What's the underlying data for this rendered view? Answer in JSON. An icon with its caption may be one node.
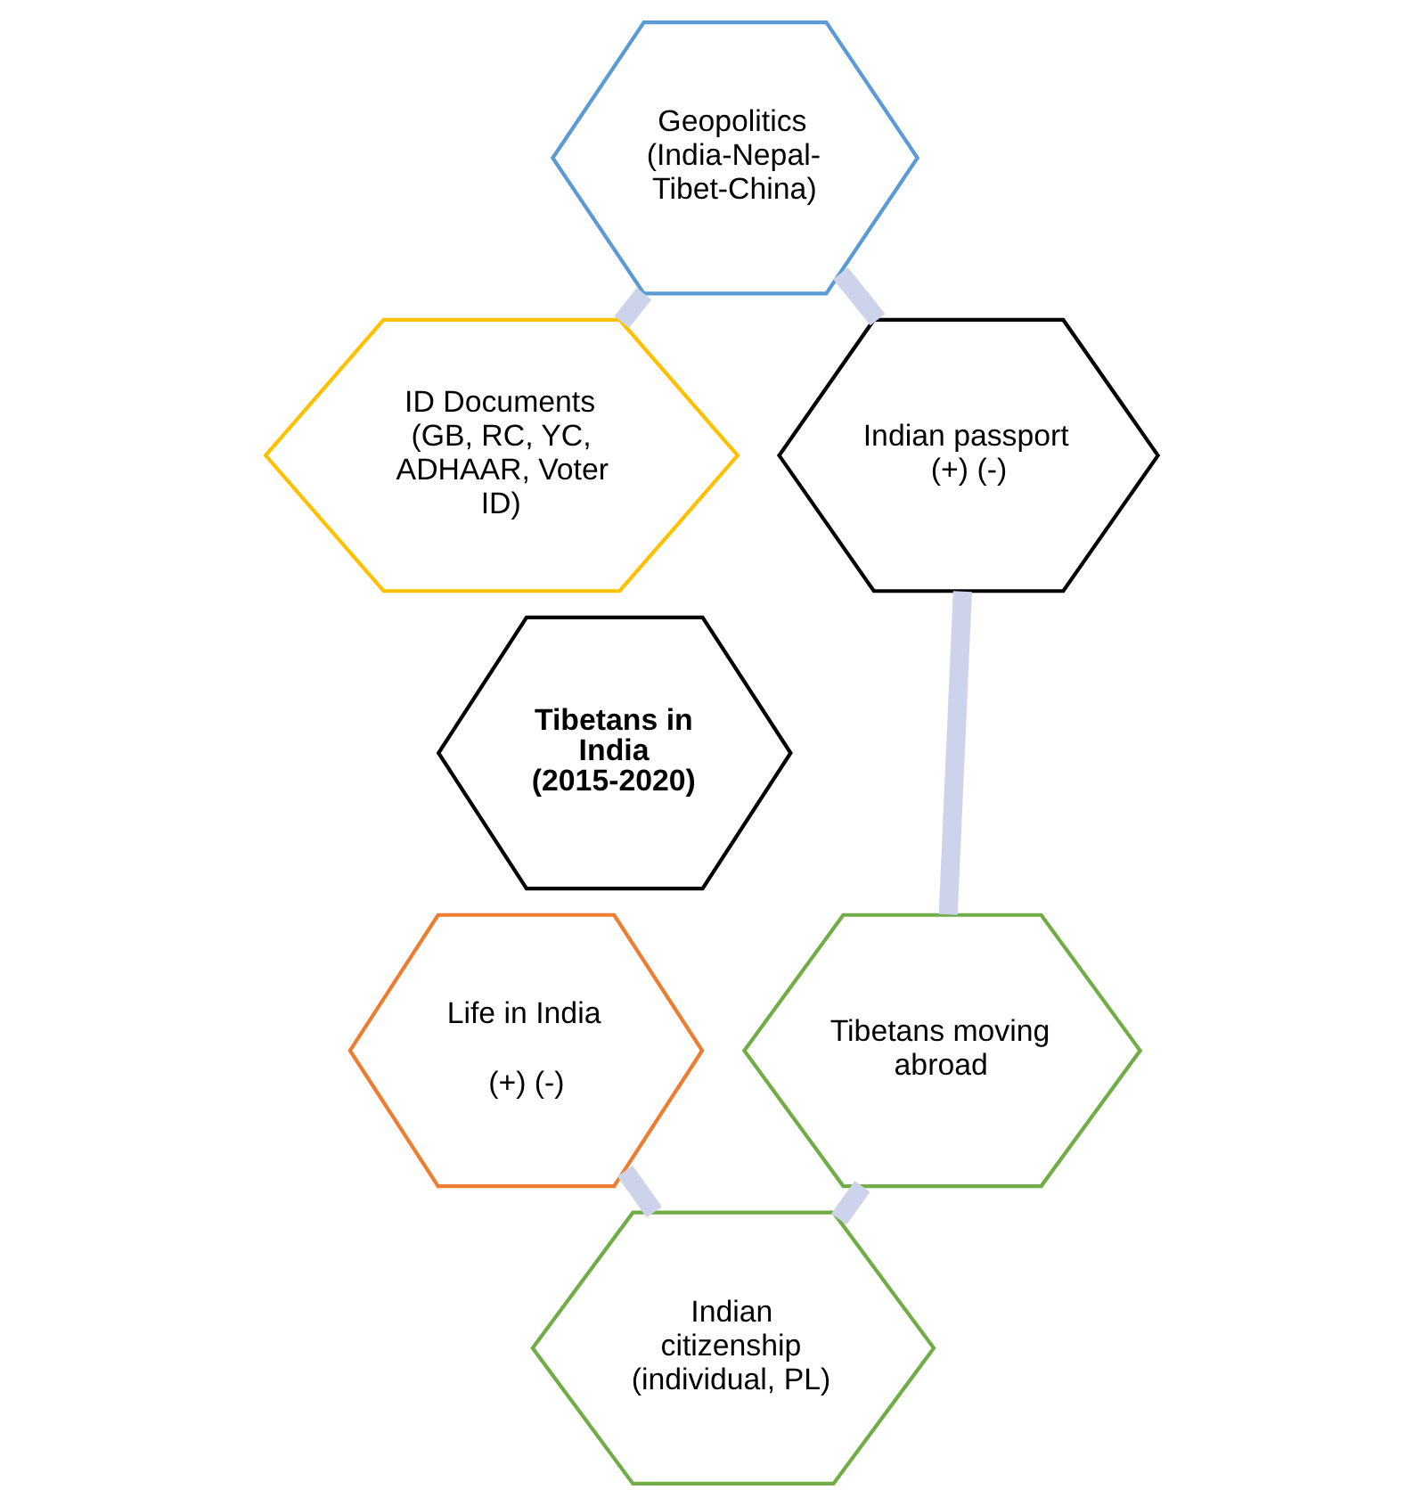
{
  "diagram": {
    "nodes": [
      {
        "text": [
          "Geopolitics (India-Nepal-Tibet-China)"
        ]
      },
      {
        "text": [
          "ID Documents (GB, RC, YC, ADHAAR, Voter ID)"
        ]
      },
      {
        "text": [
          "Indian passport (+) (-)"
        ]
      },
      {
        "text": [
          "Tibetans in India (2015-2020)"
        ]
      },
      {
        "text": [
          "Life in India",
          "(+) (-)"
        ]
      },
      {
        "text": [
          "Tibetans moving abroad"
        ]
      },
      {
        "text": [
          "Indian citizenship (individual, PL)"
        ]
      }
    ],
    "edges": [
      {
        "from": 1,
        "to": 0,
        "arrow": "none",
        "color": "#cdd3ea"
      },
      {
        "from": 0,
        "to": 2,
        "arrow": "none",
        "color": "#cdd3ea"
      },
      {
        "from": 2,
        "to": 5,
        "arrow": "none",
        "color": "#cdd3ea"
      },
      {
        "from": 5,
        "to": 6,
        "arrow": "none",
        "color": "#cdd3ea"
      },
      {
        "from": 6,
        "to": 4,
        "arrow": "none",
        "color": "#cdd3ea"
      }
    ]
  }
}
